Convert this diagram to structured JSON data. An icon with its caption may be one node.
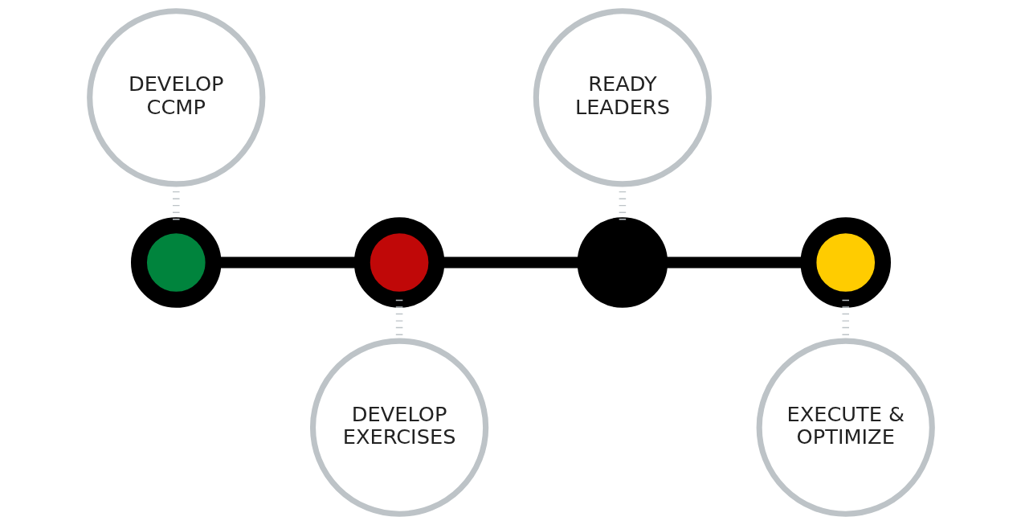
{
  "diagram": {
    "nodes": [
      {
        "text": [
          "DEVELOP CCMP"
        ]
      },
      {
        "text": [
          "READY LEADERS"
        ]
      },
      {
        "text": [],
        "shape": "circle"
      },
      {
        "text": [],
        "shape": "circle"
      },
      {
        "text": [],
        "shape": "circle"
      },
      {
        "text": [],
        "shape": "circle"
      },
      {
        "text": [
          "DEVELOP EXERCISES"
        ]
      },
      {
        "text": [
          "EXECUTE & OPTIMIZE"
        ]
      }
    ],
    "edges": [
      {
        "from": 2,
        "to": 3,
        "arrow": "none",
        "color": "#000000"
      },
      {
        "from": 3,
        "to": 4,
        "arrow": "none",
        "color": "#000000"
      },
      {
        "from": 4,
        "to": 5,
        "arrow": "none",
        "color": "#000000"
      },
      {
        "from": 0,
        "to": 2,
        "arrow": "none",
        "style": "dashed",
        "color": "#bdc3c7"
      },
      {
        "from": 1,
        "to": 4,
        "arrow": "none",
        "style": "dashed",
        "color": "#bdc3c7"
      },
      {
        "from": 3,
        "to": 6,
        "arrow": "none",
        "style": "dashed",
        "color": "#bdc3c7"
      },
      {
        "from": 5,
        "to": 7,
        "arrow": "none",
        "style": "dashed",
        "color": "#bdc3c7"
      }
    ]
  }
}
